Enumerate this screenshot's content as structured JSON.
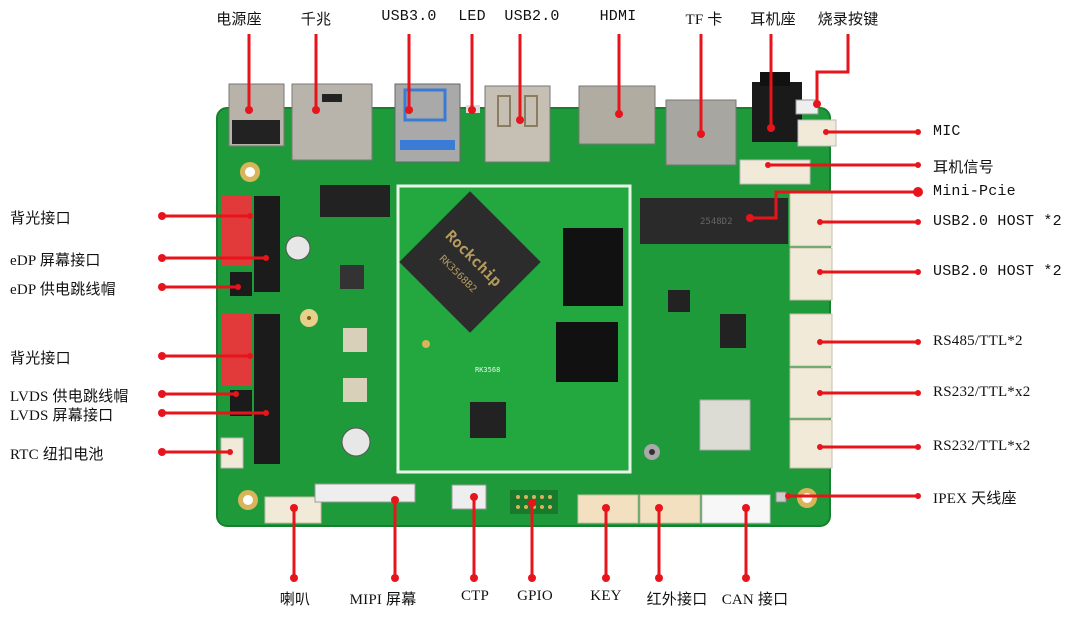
{
  "title": "RK3568 主板接口示意图",
  "board": {
    "soc_brand": "Rockchip",
    "soc_model": "RK3568B2",
    "silk_soc": "RK3568",
    "colors": {
      "pcb": "#1f9a3a",
      "pcb_dark": "#17802f",
      "leader": "#e8141c",
      "header_red": "#e23a3a",
      "connector_white": "#f2ead8"
    }
  },
  "labels": {
    "top": [
      {
        "id": "power-jack",
        "text": "电源座"
      },
      {
        "id": "gigabit-ethernet",
        "text": "千兆"
      },
      {
        "id": "usb30",
        "text": "USB3.0"
      },
      {
        "id": "led",
        "text": "LED"
      },
      {
        "id": "usb20",
        "text": "USB2.0"
      },
      {
        "id": "hdmi",
        "text": "HDMI"
      },
      {
        "id": "tf-card",
        "text": "TF 卡"
      },
      {
        "id": "headphone-jack",
        "text": "耳机座"
      },
      {
        "id": "burn-key",
        "text": "烧录按键"
      }
    ],
    "left": [
      {
        "id": "backlight-1",
        "text": "背光接口"
      },
      {
        "id": "edp-screen",
        "text": "eDP 屏幕接口"
      },
      {
        "id": "edp-power-jumper",
        "text": "eDP 供电跳线帽"
      },
      {
        "id": "backlight-2",
        "text": "背光接口"
      },
      {
        "id": "lvds-power-jumper",
        "text": "LVDS 供电跳线帽"
      },
      {
        "id": "lvds-screen",
        "text": "LVDS 屏幕接口"
      },
      {
        "id": "rtc-battery",
        "text": "RTC 纽扣电池"
      }
    ],
    "right": [
      {
        "id": "mic",
        "text": "MIC"
      },
      {
        "id": "headphone-signal",
        "text": "耳机信号"
      },
      {
        "id": "mini-pcie",
        "text": "Mini-Pcie"
      },
      {
        "id": "usb-host-1",
        "text": "USB2.0 HOST *2"
      },
      {
        "id": "usb-host-2",
        "text": "USB2.0 HOST *2"
      },
      {
        "id": "rs485",
        "text": "RS485/TTL*2"
      },
      {
        "id": "rs232-1",
        "text": "RS232/TTL*x2"
      },
      {
        "id": "rs232-2",
        "text": "RS232/TTL*x2"
      },
      {
        "id": "ipex-antenna",
        "text": "IPEX 天线座"
      }
    ],
    "bottom": [
      {
        "id": "speaker",
        "text": "喇叭"
      },
      {
        "id": "mipi-screen",
        "text": "MIPI 屏幕"
      },
      {
        "id": "ctp",
        "text": "CTP"
      },
      {
        "id": "gpio",
        "text": "GPIO"
      },
      {
        "id": "key",
        "text": "KEY"
      },
      {
        "id": "infrared",
        "text": "红外接口"
      },
      {
        "id": "can",
        "text": "CAN 接口"
      }
    ]
  }
}
